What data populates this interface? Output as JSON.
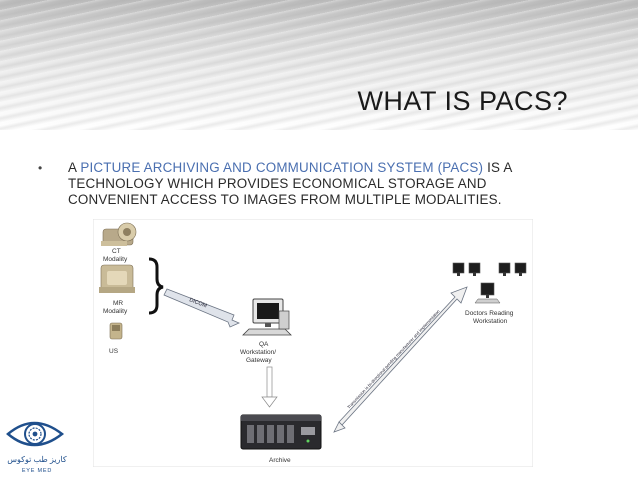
{
  "slide": {
    "title": "WHAT IS PACS?",
    "bullet": {
      "marker": "•",
      "prefix": "A ",
      "highlight": "PICTURE ARCHIVING AND COMMUNICATION SYSTEM (PACS)",
      "suffix": " IS A TECHNOLOGY WHICH PROVIDES ECONOMICAL STORAGE AND CONVENIENT ACCESS TO IMAGES FROM MULTIPLE MODALITIES."
    },
    "highlight_color": "#4a6fb0"
  },
  "diagram": {
    "ct_label_line1": "CT",
    "ct_label_line2": "Modality",
    "mr_label_line1": "MR",
    "mr_label_line2": "Modality",
    "us_label": "US",
    "dicom_label": "DICOM",
    "qa_label_line1": "QA",
    "qa_label_line2": "Workstation/",
    "qa_label_line3": "Gateway",
    "doctors_label_line1": "Doctors Reading",
    "doctors_label_line2": "Workstation",
    "transmission_label": "Transmission is bi-directional pending manufacturer and implementation",
    "archive_label": "Archive"
  },
  "logo": {
    "arabic_text": "كاريز طب توكوس",
    "caption": "EYE MED",
    "color": "#1f4f8c"
  }
}
